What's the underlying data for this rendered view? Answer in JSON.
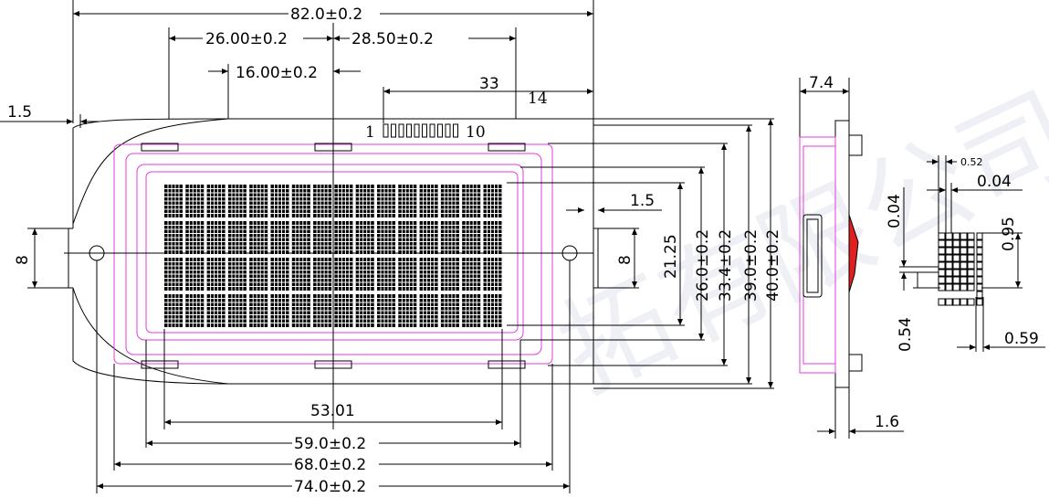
{
  "dimensions": {
    "overall_width": "82.0±0.2",
    "left_offset": "26.00±0.2",
    "right_offset": "28.50±0.2",
    "inner_offset": "16.00±0.2",
    "pin_span": "33",
    "pin_to_edge": "14",
    "edge_margin": "1.5",
    "mount_hole_left": "8",
    "mount_hole_right": "8",
    "right_margin": "1.5",
    "char_area_height": "21.25",
    "view_area_height": "26.0±0.2",
    "bezel_height": "33.4±0.2",
    "pcb_height": "39.0±0.2",
    "module_height": "40.0±0.2",
    "char_area_width": "53.01",
    "view_area_width": "59.0±0.2",
    "bezel_width": "68.0±0.2",
    "hole_spacing": "74.0±0.2",
    "thickness": "7.4",
    "pcb_thickness": "1.6",
    "dot_size": "0.52",
    "dot_gap": "0.04",
    "dot_gap_v": "0.04",
    "char_height": "0.95",
    "dot_height": "0.54",
    "char_width": "0.59"
  },
  "pins": {
    "first": "1",
    "last": "10"
  },
  "display": {
    "rows": 4,
    "cols": 16
  },
  "watermark": "拓有限公司",
  "colors": {
    "line": "#000000",
    "outline": "#e23ce2",
    "backlight": "#e02020"
  }
}
